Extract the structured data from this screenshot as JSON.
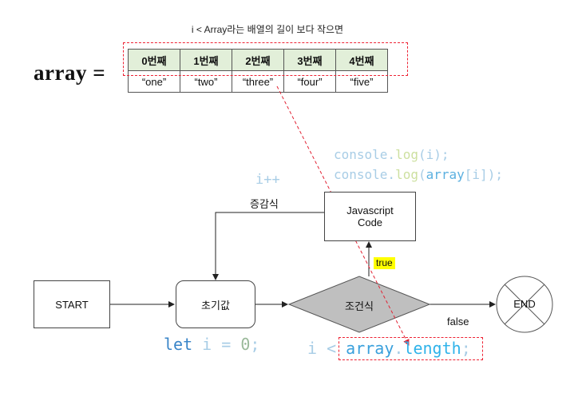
{
  "caption": "i < Array라는 배열의 길이 보다 작으면",
  "array_label": "array =",
  "array": {
    "headers": [
      "0번째",
      "1번째",
      "2번째",
      "3번째",
      "4번째"
    ],
    "values": [
      "“one”",
      "“two”",
      "“three”",
      "“four”",
      "“five”"
    ]
  },
  "code_box": {
    "line1": "Javascript",
    "line2": "Code"
  },
  "console_code": {
    "line1": {
      "obj": "console.",
      "fn": "log",
      "open": "(",
      "arg": "i",
      "close": ");"
    },
    "line2": {
      "obj": "console.",
      "fn": "log",
      "open": "(",
      "arr": "array",
      "idx": "[i]",
      "close": ");"
    }
  },
  "increment": {
    "code": "i++",
    "label": "증감식"
  },
  "nodes": {
    "start": "START",
    "init": "초기값",
    "condition": "조건식",
    "end": "END"
  },
  "init_code": {
    "kw": "let",
    "var": " i = ",
    "num": "0",
    "semi": ";"
  },
  "condition_code": {
    "lhs": "i < ",
    "arr": "array",
    "dot": ".",
    "len": "length",
    "end": ";"
  },
  "labels": {
    "true": "true",
    "false": "false"
  },
  "colors": {
    "highlight": "#ffff00",
    "dash": "#e22233",
    "header_bg": "#e2efd9",
    "diamond": "#bfbfbf"
  }
}
